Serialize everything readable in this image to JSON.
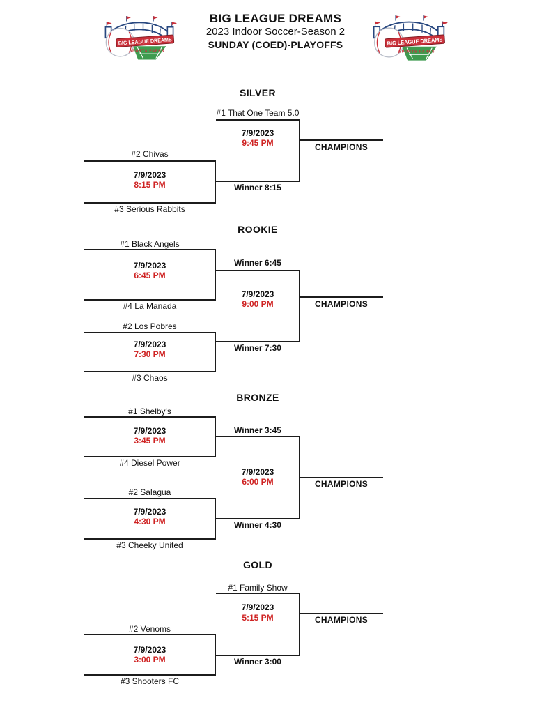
{
  "header": {
    "title": "BIG LEAGUE DREAMS",
    "season": "2023 Indoor Soccer-Season 2",
    "division": "SUNDAY (COED)-PLAYOFFS"
  },
  "logo": {
    "title": "BIG LEAGUE DREAMS",
    "subtitle": "SPORTS PARKS"
  },
  "colors": {
    "time_red": "#cf2323",
    "line_black": "#1c1c1c",
    "logo_red": "#c9303a",
    "logo_blue": "#27477f",
    "logo_green": "#3f9b4f"
  },
  "brackets": [
    {
      "name": "SILVER",
      "champions_label": "CHAMPIONS",
      "seed1": "#1 That One Team 5.0",
      "final": {
        "date": "7/9/2023",
        "time": "9:45 PM"
      },
      "match": {
        "top": "#2 Chivas",
        "bottom": "#3 Serious Rabbits",
        "date": "7/9/2023",
        "time": "8:15 PM",
        "winner_label": "Winner 8:15"
      }
    },
    {
      "name": "ROOKIE",
      "champions_label": "CHAMPIONS",
      "final": {
        "date": "7/9/2023",
        "time": "9:00 PM"
      },
      "match1": {
        "top": "#1 Black Angels",
        "bottom": "#4 La Manada",
        "date": "7/9/2023",
        "time": "6:45 PM",
        "winner_label": "Winner 6:45"
      },
      "match2": {
        "top": "#2 Los Pobres",
        "bottom": "#3 Chaos",
        "date": "7/9/2023",
        "time": "7:30 PM",
        "winner_label": "Winner 7:30"
      }
    },
    {
      "name": "BRONZE",
      "champions_label": "CHAMPIONS",
      "final": {
        "date": "7/9/2023",
        "time": "6:00 PM"
      },
      "match1": {
        "top": "#1 Shelby's",
        "bottom": "#4 Diesel Power",
        "date": "7/9/2023",
        "time": "3:45 PM",
        "winner_label": "Winner 3:45"
      },
      "match2": {
        "top": "#2 Salagua",
        "bottom": "#3 Cheeky United",
        "date": "7/9/2023",
        "time": "4:30 PM",
        "winner_label": "Winner 4:30"
      }
    },
    {
      "name": "GOLD",
      "champions_label": "CHAMPIONS",
      "seed1": "#1 Family Show",
      "final": {
        "date": "7/9/2023",
        "time": "5:15 PM"
      },
      "match": {
        "top": "#2 Venoms",
        "bottom": "#3 Shooters FC",
        "date": "7/9/2023",
        "time": "3:00 PM",
        "winner_label": "Winner 3:00"
      }
    }
  ]
}
